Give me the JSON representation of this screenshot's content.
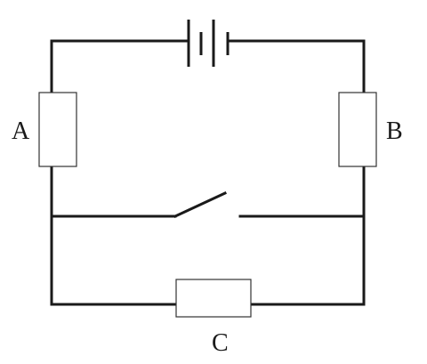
{
  "components": {
    "resistor_a": {
      "label": "A"
    },
    "resistor_b": {
      "label": "B"
    },
    "resistor_c": {
      "label": "C"
    }
  },
  "switch": {
    "state": "open"
  },
  "colors": {
    "wire": "#1a1a1a",
    "resistor_fill": "#ffffff",
    "resistor_stroke": "#333333"
  }
}
